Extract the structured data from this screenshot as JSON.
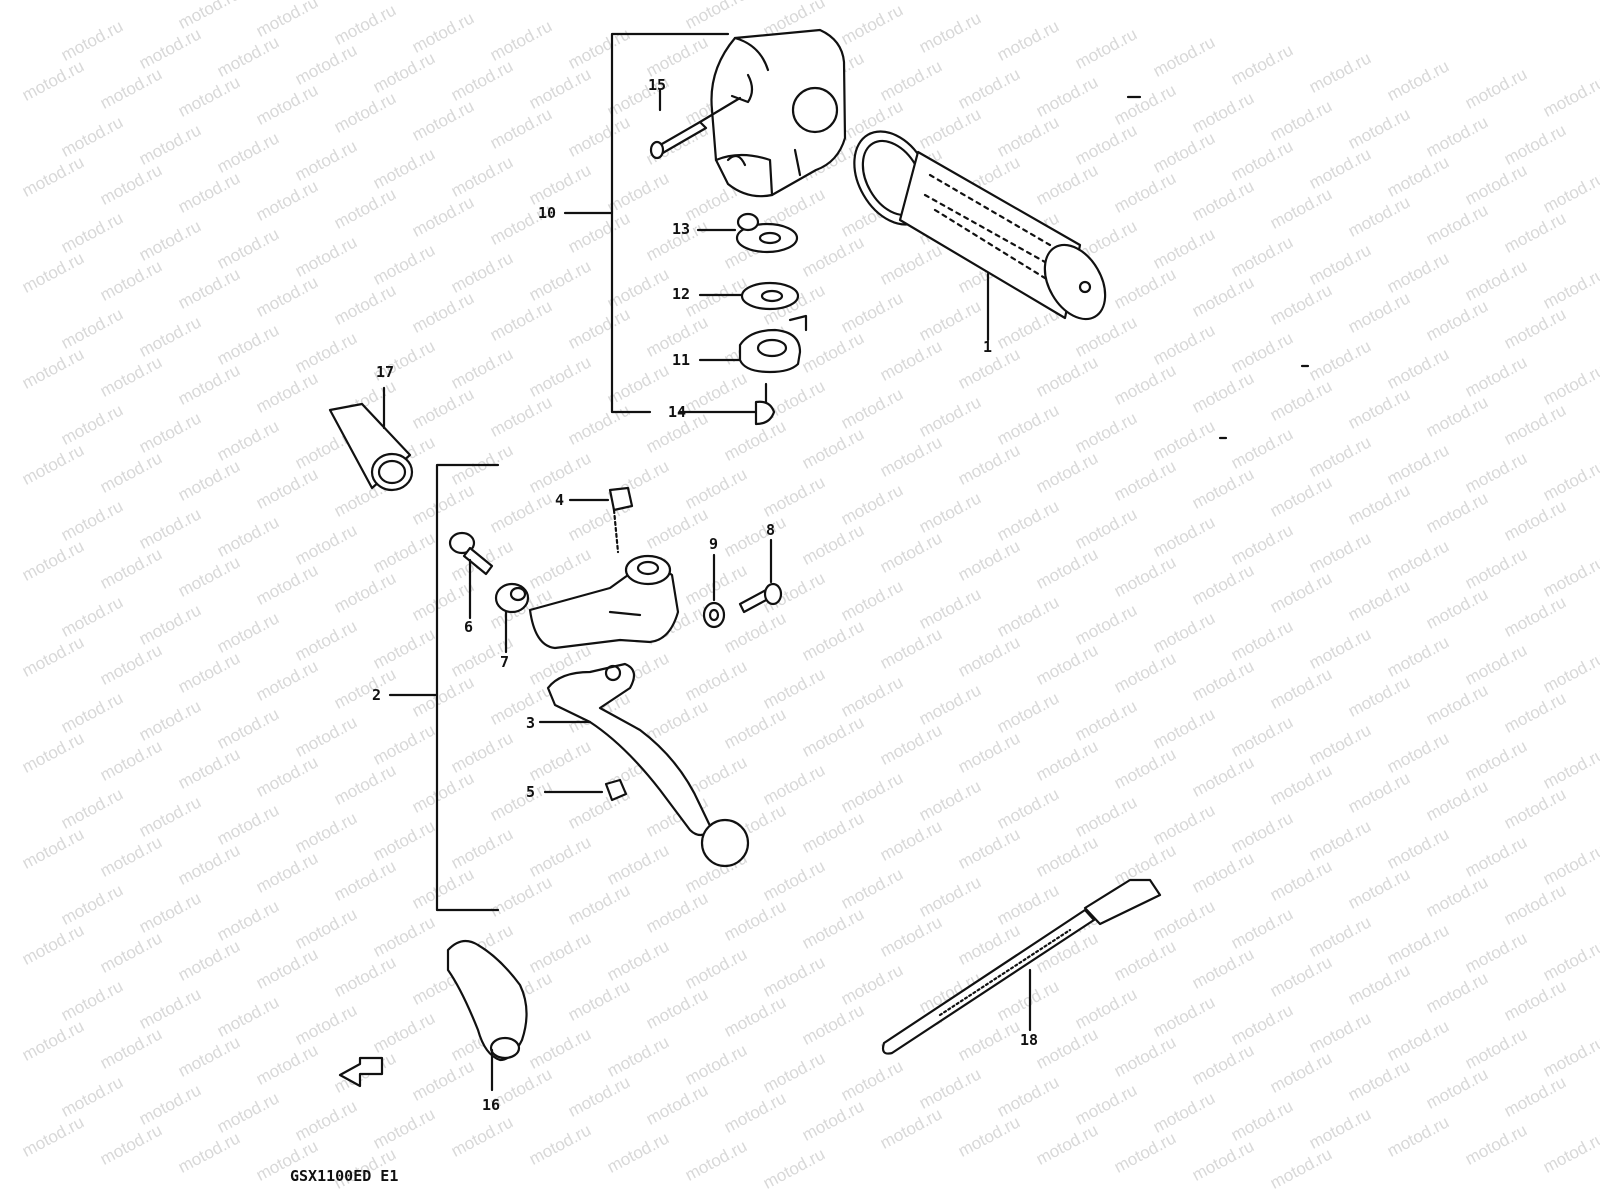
{
  "diagram_code": "GSX1100ED E1",
  "watermark_text": "motod.ru",
  "parts": [
    {
      "ref": "1",
      "name": "grip"
    },
    {
      "ref": "2",
      "name": "lever-assembly"
    },
    {
      "ref": "3",
      "name": "lever"
    },
    {
      "ref": "4",
      "name": "adjuster-bolt"
    },
    {
      "ref": "5",
      "name": "nut"
    },
    {
      "ref": "6",
      "name": "screw"
    },
    {
      "ref": "7",
      "name": "spacer"
    },
    {
      "ref": "8",
      "name": "bolt"
    },
    {
      "ref": "9",
      "name": "washer"
    },
    {
      "ref": "10",
      "name": "throttle-housing"
    },
    {
      "ref": "11",
      "name": "cable-guide"
    },
    {
      "ref": "12",
      "name": "washer"
    },
    {
      "ref": "13",
      "name": "clamp"
    },
    {
      "ref": "14",
      "name": "screw"
    },
    {
      "ref": "15",
      "name": "screw"
    },
    {
      "ref": "16",
      "name": "lever-cover"
    },
    {
      "ref": "17",
      "name": "boot"
    },
    {
      "ref": "18",
      "name": "cable-tie"
    }
  ],
  "colors": {
    "line": "#111111",
    "watermark": "#d8d8d8",
    "background": "#ffffff"
  }
}
